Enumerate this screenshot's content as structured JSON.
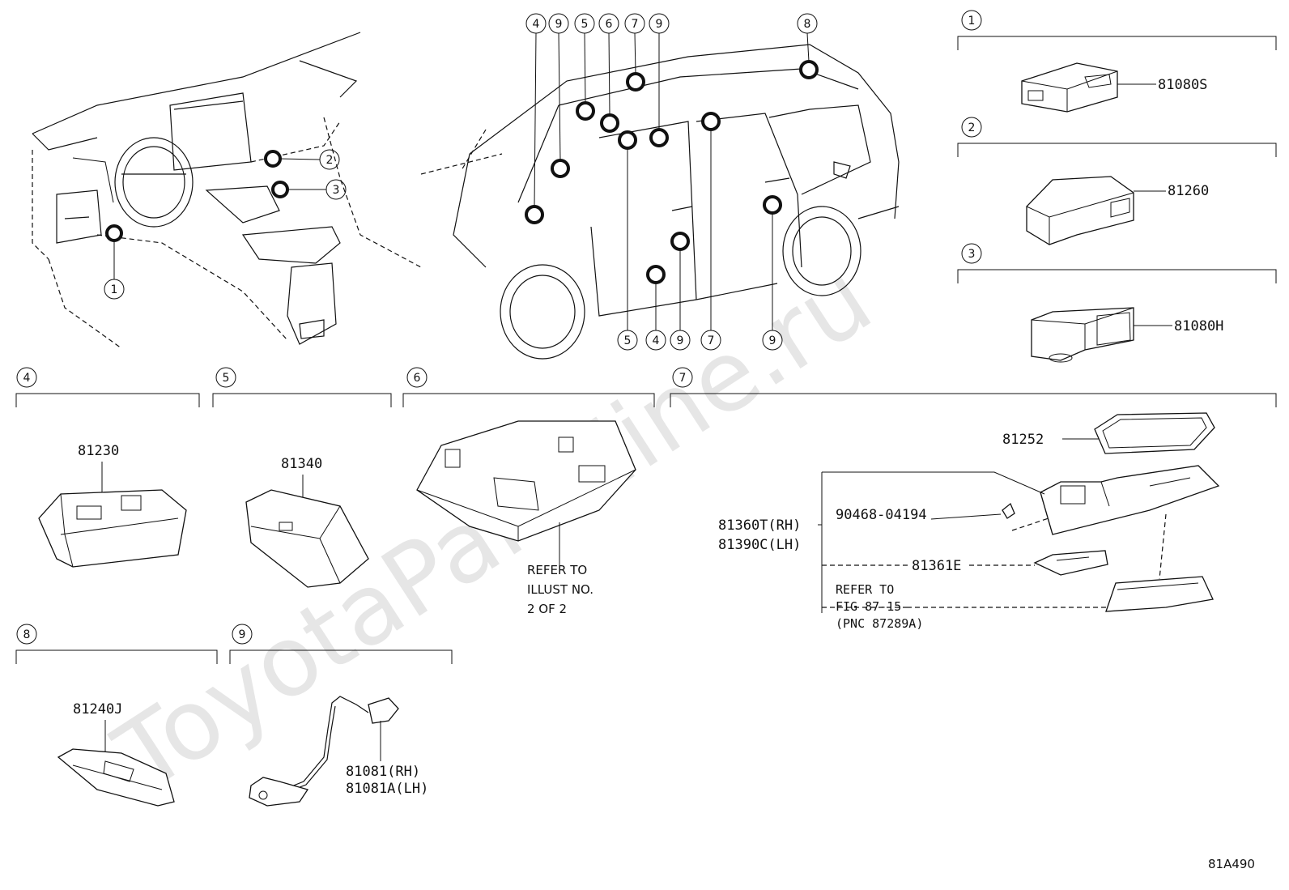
{
  "watermark": "ToyotaPartMine.ru",
  "figure_code": "81A490",
  "overview_left_callouts": [
    "1",
    "2",
    "3"
  ],
  "overview_right_callouts_top": [
    "4",
    "9",
    "5",
    "6",
    "7",
    "9",
    "8"
  ],
  "overview_right_callouts_bottom": [
    "5",
    "4",
    "9",
    "7",
    "9"
  ],
  "sections": [
    {
      "num": "1",
      "parts": [
        "81080S"
      ]
    },
    {
      "num": "2",
      "parts": [
        "81260"
      ]
    },
    {
      "num": "3",
      "parts": [
        "81080H"
      ]
    },
    {
      "num": "4",
      "parts": [
        "81230"
      ]
    },
    {
      "num": "5",
      "parts": [
        "81340"
      ]
    },
    {
      "num": "6",
      "note": [
        "REFER TO",
        "ILLUST NO.",
        "2 OF 2"
      ]
    },
    {
      "num": "7",
      "parts": [
        "81252",
        "81360T(RH)",
        "81390C(LH)",
        "90468-04194",
        "81361E"
      ],
      "note": [
        "REFER TO",
        "FIG 87-15",
        "(PNC 87289A)"
      ]
    },
    {
      "num": "8",
      "parts": [
        "81240J"
      ]
    },
    {
      "num": "9",
      "parts": [
        "81081(RH)",
        "81081A(LH)"
      ]
    }
  ]
}
